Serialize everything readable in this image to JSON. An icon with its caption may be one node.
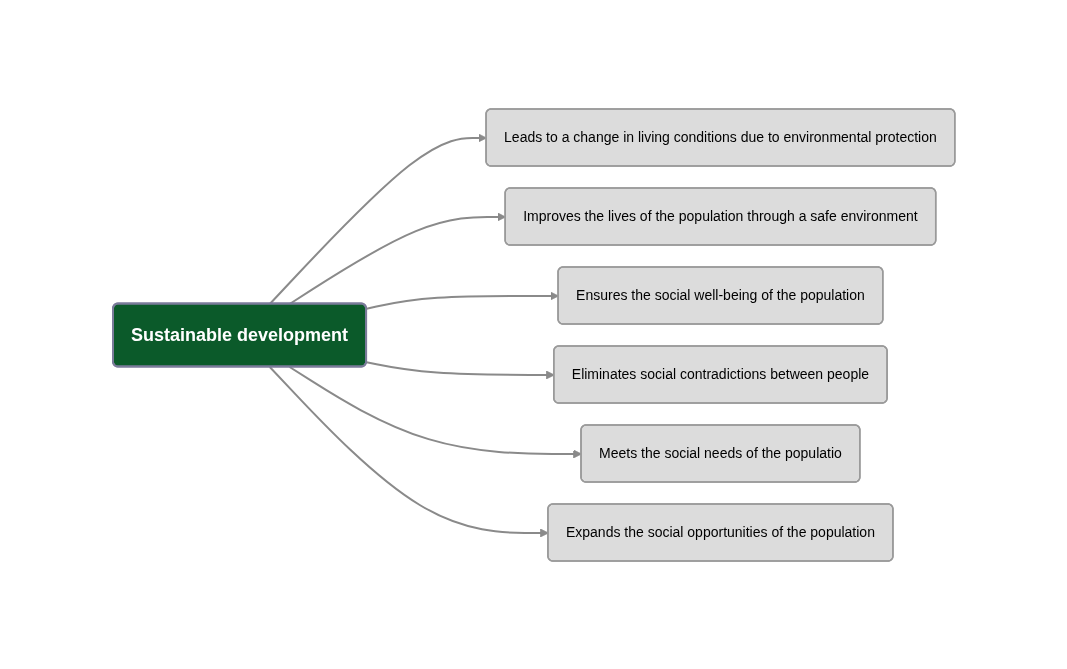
{
  "diagram": {
    "nodes": [
      {
        "text": [
          "Sustainable development"
        ]
      },
      {
        "text": [
          "Leads to a change in living conditions due to environmental protection"
        ]
      },
      {
        "text": [
          "Improves the lives of the population through a safe environment"
        ]
      },
      {
        "text": [
          "Ensures the social well-being of the population"
        ]
      },
      {
        "text": [
          "Eliminates social contradictions between people"
        ]
      },
      {
        "text": [
          "Meets the social needs of the populatio"
        ]
      },
      {
        "text": [
          "Expands the social opportunities of the population"
        ]
      }
    ],
    "edges": [
      {
        "from": 0,
        "to": 1,
        "arrow": "to"
      },
      {
        "from": 0,
        "to": 2,
        "arrow": "to"
      },
      {
        "from": 0,
        "to": 3,
        "arrow": "to"
      },
      {
        "from": 0,
        "to": 4,
        "arrow": "to"
      },
      {
        "from": 0,
        "to": 5,
        "arrow": "to"
      },
      {
        "from": 0,
        "to": 6,
        "arrow": "to"
      }
    ]
  }
}
